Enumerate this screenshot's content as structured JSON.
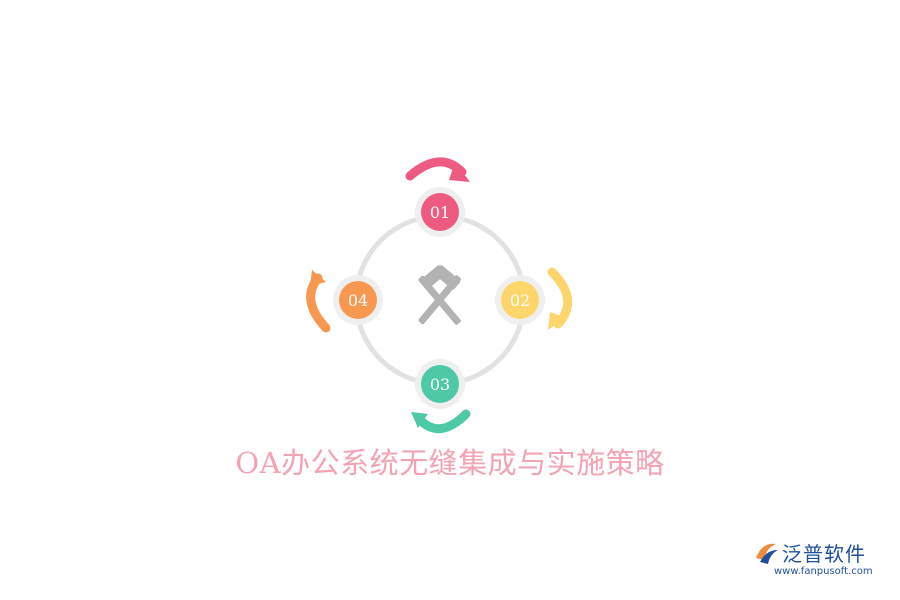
{
  "title": "OA办公系统无缝集成与实施策略",
  "nodes": [
    {
      "label": "01",
      "color": "#ee5b80"
    },
    {
      "label": "02",
      "color": "#fdd66b"
    },
    {
      "label": "03",
      "color": "#4ec9a6"
    },
    {
      "label": "04",
      "color": "#f79750"
    }
  ],
  "center_icon": "hammer-wrench-icon",
  "brand": {
    "name": "泛普软件",
    "url": "www.fanpusoft.com",
    "logo_icon": "fanpu-logo-icon"
  },
  "colors": {
    "ring": "#e2e2e2",
    "node_halo": "#efefef",
    "icon": "#b3b3b3",
    "title": "#f4a3b2",
    "brand": "#1f4f9f"
  }
}
